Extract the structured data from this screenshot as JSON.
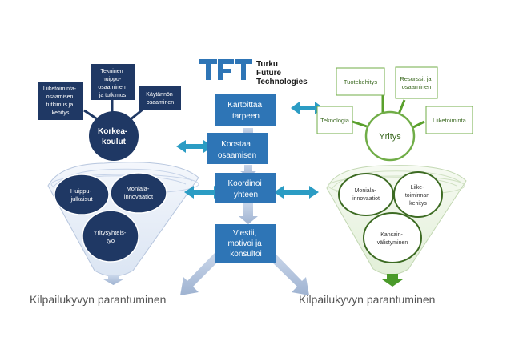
{
  "logo": {
    "mark": "TFT",
    "line1": "Turku",
    "line2": "Future",
    "line3": "Technologies"
  },
  "left": {
    "hub": [
      "Korkea-",
      "koulut"
    ],
    "satellites": {
      "liiketoiminta": [
        "Liiketoiminta-",
        "osaamisen",
        "tutkimus ja",
        "kehitys"
      ],
      "tekninen": [
        "Tekninen",
        "huippu-",
        "osaaminen",
        "ja tutkimus"
      ],
      "kaytannon": [
        "Käytännön",
        "osaaminen"
      ]
    },
    "funnel": {
      "huippujulkaisut": [
        "Huippu-",
        "julkaisut"
      ],
      "moniala": [
        "Moniala-",
        "innovaatiot"
      ],
      "yritysyhteistyo": [
        "Yritysyhteis-",
        "työ"
      ]
    },
    "result": "Kilpailukyvyn parantuminen"
  },
  "center": {
    "steps": [
      [
        "Kartoittaa",
        "tarpeen"
      ],
      [
        "Koostaa",
        "osaamisen"
      ],
      [
        "Koordinoi",
        "yhteen"
      ],
      [
        "Viestii,",
        "motivoi ja",
        "konsultoi"
      ]
    ]
  },
  "right": {
    "hub": "Yritys",
    "satellites": {
      "tuotekehitys": "Tuotekehitys",
      "resurssit": [
        "Resurssit ja",
        "osaaminen"
      ],
      "teknologia": "Teknologia",
      "liiketoiminta": "Liiketoiminta"
    },
    "funnel": {
      "moniala": [
        "Moniala-",
        "innovaatiot"
      ],
      "liiketoiminnan": [
        "Liike-",
        "toiminnan",
        "kehitys"
      ],
      "kansainvalistyminen": [
        "Kansain-",
        "välistyminen"
      ]
    },
    "result": "Kilpailukyvyn parantuminen"
  },
  "colors": {
    "navy": "#1f3864",
    "blue": "#2e75b6",
    "teal": "#2b9cc4",
    "green": "#70ad47",
    "darkgreen": "#3d6b23",
    "lightblue": "#b4c7e7"
  }
}
